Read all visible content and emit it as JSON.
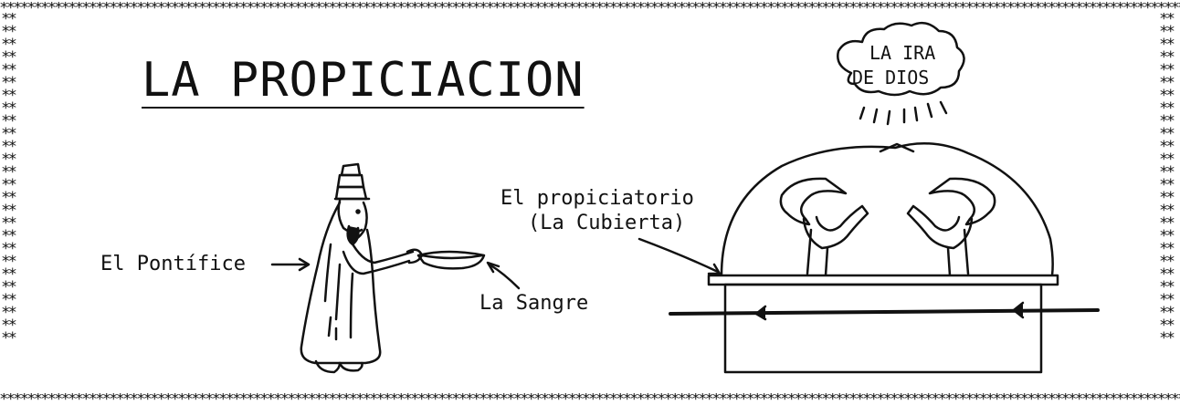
{
  "border": {
    "star_row": "**************************************************************************************************************************************************************************************************************************************",
    "star_col": "****************************************************"
  },
  "title": "LA PROPICIACION",
  "labels": {
    "pontifice": "El Pontífice",
    "sangre": "La Sangre",
    "propiciatorio_line1": "El propiciatorio",
    "propiciatorio_line2": "(La Cubierta)",
    "ira_line1": "LA IRA",
    "ira_line2": "DE DIOS"
  }
}
